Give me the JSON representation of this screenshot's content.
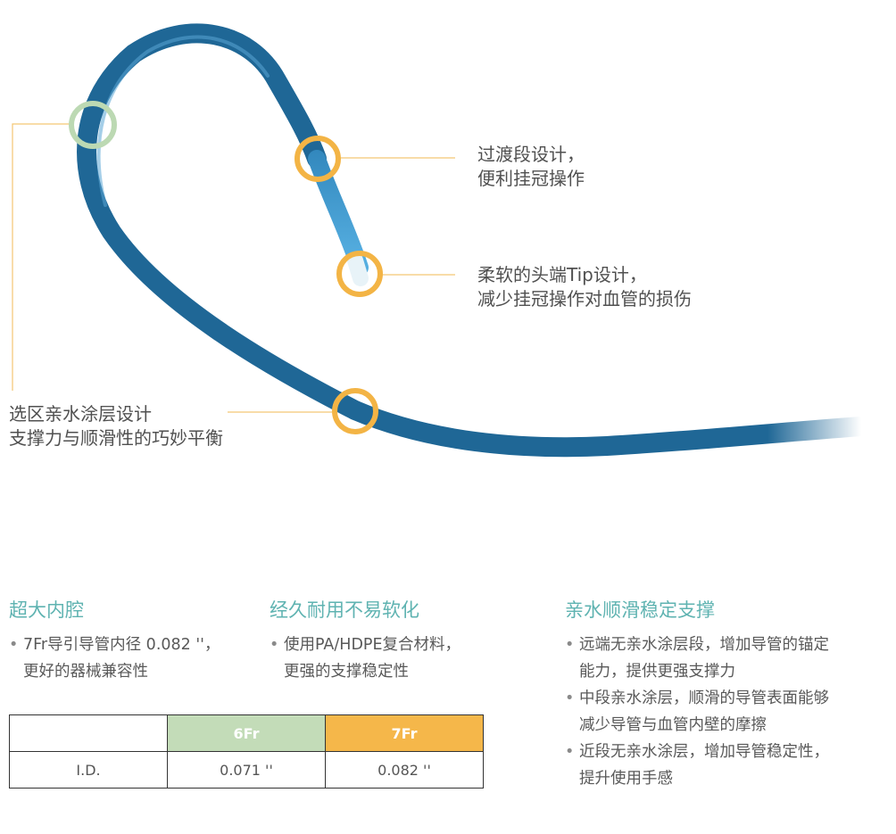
{
  "callouts": {
    "transition": [
      "过渡段设计，",
      "便利挂冠操作"
    ],
    "tip": [
      "柔软的头端Tip设计，",
      "减少挂冠操作对血管的损伤"
    ],
    "coating": [
      "选区亲水涂层设计",
      "支撑力与顺滑性的巧妙平衡"
    ]
  },
  "colors": {
    "tube_dark": "#1f6796",
    "tube_light": "#3a93c6",
    "ring_orange": "#f3b445",
    "ring_green": "#bcd9b3",
    "leader_line": "#f3c673",
    "heading_teal": "#5fb3b1"
  },
  "features": [
    {
      "title": "超大内腔",
      "bullets": [
        [
          "7Fr导引导管内径 0.082 ''，",
          "更好的器械兼容性"
        ]
      ]
    },
    {
      "title": "经久耐用不易软化",
      "bullets": [
        [
          "使用PA/HDPE复合材料，",
          "更强的支撑稳定性"
        ]
      ]
    },
    {
      "title": "亲水顺滑稳定支撑",
      "bullets": [
        [
          "远端无亲水涂层段，增加导管的锚定",
          "能力，提供更强支撑力"
        ],
        [
          "中段亲水涂层，顺滑的导管表面能够",
          "减少导管与血管内壁的摩擦"
        ],
        [
          "近段无亲水涂层，增加导管稳定性，",
          "提升使用手感"
        ]
      ]
    }
  ],
  "spec_table": {
    "headers": [
      "",
      "6Fr",
      "7Fr"
    ],
    "rows": [
      [
        "I.D.",
        "0.071 ''",
        "0.082 ''"
      ]
    ]
  }
}
